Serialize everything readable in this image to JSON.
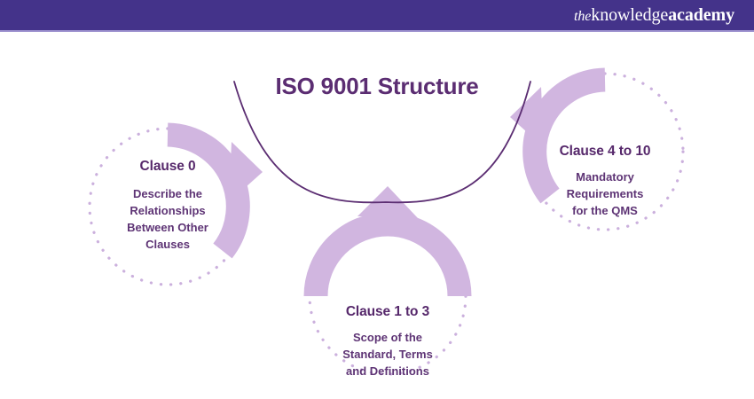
{
  "header": {
    "brand": {
      "the": "the",
      "knowledge": "knowledge",
      "academy": "academy",
      "full": "theknowledgeacademy"
    },
    "background_color": "#44338a",
    "underline_color": "#9d92cf"
  },
  "diagram": {
    "title": "ISO 9001 Structure",
    "title_color": "#5b2d72",
    "arc_color": "#d1b6e0",
    "dotted_color": "#cbb0dd",
    "connector_color": "#5b2d72",
    "background_color": "#ffffff",
    "nodes": [
      {
        "id": "clause-0",
        "heading": "Clause 0",
        "body": "Describe the Relationships Between Other Clauses",
        "body_lines": [
          "Describe the",
          "Relationships",
          "Between Other",
          "Clauses"
        ],
        "arrow_direction": "right"
      },
      {
        "id": "clause-4-to-10",
        "heading": "Clause 4 to 10",
        "body": "Mandatory Requirements for the QMS",
        "body_lines": [
          "Mandatory",
          "Requirements",
          "for the QMS"
        ],
        "arrow_direction": "left"
      },
      {
        "id": "clause-1-to-3",
        "heading": "Clause 1 to 3",
        "body": "Scope of the Standard, Terms and Definitions",
        "body_lines": [
          "Scope of the",
          "Standard, Terms",
          "and Definitions"
        ],
        "arrow_direction": "up"
      }
    ]
  }
}
